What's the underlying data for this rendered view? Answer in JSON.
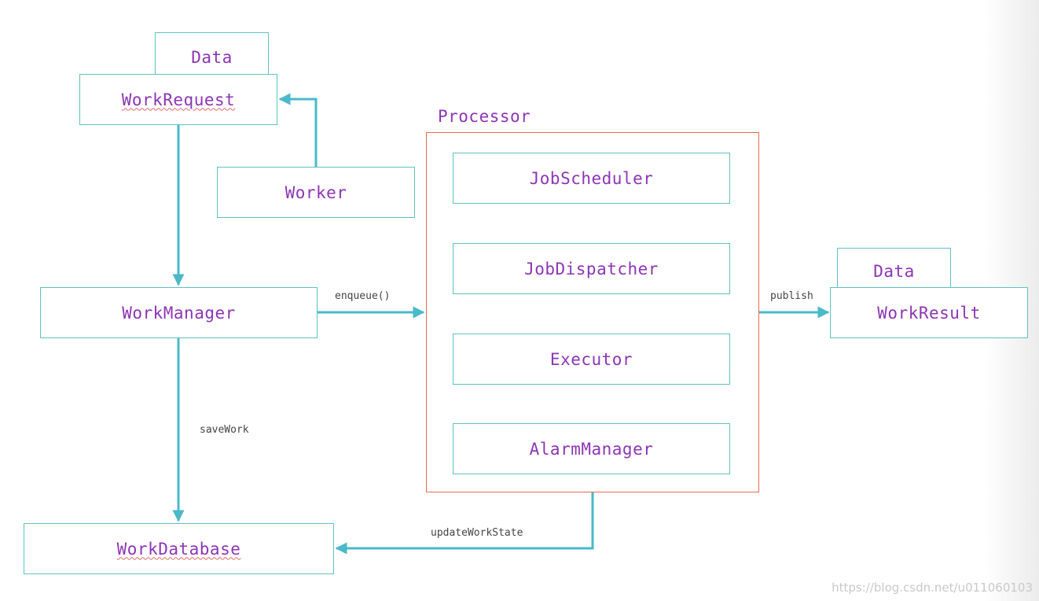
{
  "nodes": {
    "workrequest_data": "Data",
    "workrequest": "WorkRequest",
    "worker": "Worker",
    "workmanager": "WorkManager",
    "workdatabase": "WorkDatabase",
    "processor_title": "Processor",
    "jobscheduler": "JobScheduler",
    "jobdispatcher": "JobDispatcher",
    "executor": "Executor",
    "alarmmanager": "AlarmManager",
    "workresult_data": "Data",
    "workresult": "WorkResult"
  },
  "edges": {
    "enqueue": "enqueue()",
    "save_work": "saveWork",
    "update_work_state": "updateWorkState",
    "publish": "publish"
  },
  "watermark": "https://blog.csdn.net/u011060103",
  "colors": {
    "box_border": "#5cc3c6",
    "arrow": "#4ab9c9",
    "processor_border": "#ea6b4f",
    "label_text": "#8e35b5",
    "spellcheck_underline": "#e06a6a"
  }
}
